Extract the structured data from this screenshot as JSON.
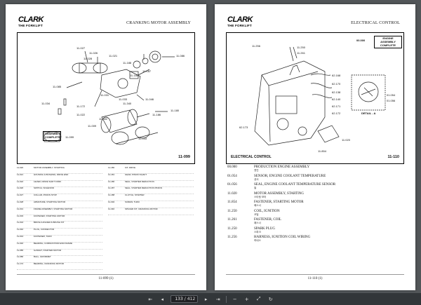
{
  "left_page": {
    "logo_brand": "CLARK",
    "logo_sub": "THE FORKLIFT",
    "title": "CRANKING MOTOR ASSEMBLY",
    "figure_number": "11-099",
    "assembly_label": "ASSEMBLY COMPLETE",
    "assembly_callout": "11-099",
    "callouts": [
      "11-027",
      "11-026",
      "11-028",
      "11-085",
      "11-021",
      "11-188",
      "11-187",
      "11-181",
      "11-033",
      "11-172",
      "11-031",
      "11-034",
      "11-022",
      "11-302",
      "11-340",
      "11-046",
      "11-186",
      "11-180",
      "11-043",
      "11-086",
      "11-009"
    ],
    "parts_col1": [
      {
        "no": "11-020",
        "desc": "MOTOR ASSEMBLY, STARTING"
      },
      {
        "no": "11-021",
        "desc": "HOUSING & BUSHING, DRIVE END"
      },
      {
        "no": "11-022",
        "desc": "LEVER, DRIVE SHIFT FORK"
      },
      {
        "no": "11-026",
        "desc": "SWITCH, SOLENOID"
      },
      {
        "no": "11-027",
        "desc": "COLLAR, PINION STOP"
      },
      {
        "no": "11-028",
        "desc": "ARMATURE, STARTING MOTOR"
      },
      {
        "no": "11-031",
        "desc": "FRAME ASSEMBLY, STARTING MOTOR"
      },
      {
        "no": "11-033",
        "desc": "FASTENER, STARTING MOTOR"
      },
      {
        "no": "11-034",
        "desc": "BRUSH HOLDER & BRUSH KIT"
      },
      {
        "no": "11-040",
        "desc": "PLUG, CONNECTOR"
      },
      {
        "no": "11-043",
        "desc": "FASTENER, THRU"
      },
      {
        "no": "11-046",
        "desc": "BEARING, COMMUTATOR END FRAME"
      },
      {
        "no": "11-085",
        "desc": "GASKET, STARTER MOTOR"
      },
      {
        "no": "11-086",
        "desc": "BALL, GROMMET"
      },
      {
        "no": "11-172",
        "desc": "BEARING, CRANKING MOTOR"
      }
    ],
    "parts_col2": [
      {
        "no": "11-180",
        "desc": "KIT, DRIVE"
      },
      {
        "no": "11-181",
        "desc": "GEAR, PINION SHAFT"
      },
      {
        "no": "11-186",
        "desc": "SEAL, STARTER REDUCTION"
      },
      {
        "no": "11-187",
        "desc": "SEAL, STARTER REDUCTION PINION"
      },
      {
        "no": "11-188",
        "desc": "CLUTCH, STARTER"
      },
      {
        "no": "11-302",
        "desc": "SCREW, THRU"
      },
      {
        "no": "11-340",
        "desc": "SPACER KIT, CRANKING MOTOR"
      }
    ],
    "footer": "11-099 (1)"
  },
  "right_page": {
    "logo_brand": "CLARK",
    "logo_sub": "THE FORKLIFT",
    "title": "ELECTRICAL CONTROL",
    "figure_number": "11-110",
    "figure_label": "ELECTRICAL CONTROL",
    "assembly_no": "00.000",
    "assembly_label": "ENGINE ASSEMBLY COMPLETE",
    "detail_label": "DETAIL - A",
    "callouts": [
      "11.256",
      "11.250",
      "11.261",
      "11.020",
      "62.168",
      "62.170",
      "62.138",
      "62.140",
      "62.171",
      "62.172",
      "62.173",
      "01.054",
      "01.056",
      "11.854"
    ],
    "parts": [
      {
        "no": "00.000",
        "en": "PRODUCTION ENGINE ASSEMBLY",
        "kr": "엔진"
      },
      {
        "no": "01.054",
        "en": "SENSOR, ENGINE COOLANT TEMPERATURE",
        "kr": "센서"
      },
      {
        "no": "01.056",
        "en": "SEAL, ENGINE COOLANT TEMPERATURE SENSOR",
        "kr": "씰"
      },
      {
        "no": "11.020",
        "en": "MOTOR ASSEMBLY, STARTING",
        "kr": "스타팅 모터"
      },
      {
        "no": "11.854",
        "en": "FASTENER, STARTING MOTOR",
        "kr": "패스너"
      },
      {
        "no": "11.250",
        "en": "COIL, IGNITION",
        "kr": "코일"
      },
      {
        "no": "11.261",
        "en": "FASTENER, COIL",
        "kr": "패스너"
      },
      {
        "no": "11.250",
        "en": "SPARK PLUG",
        "kr": "스파크"
      },
      {
        "no": "11.256",
        "en": "HARNESS, IGNITION COIL WIRING",
        "kr": "하네스"
      }
    ],
    "footer": "11-110 (1)"
  },
  "toolbar": {
    "current_page": "133",
    "total_pages": "/ 412",
    "icon_first": "⇤",
    "icon_prev": "◂",
    "icon_next": "▸",
    "icon_last": "⇥",
    "icon_zoom_out": "−",
    "icon_zoom_in": "+",
    "icon_fit": "⤢",
    "icon_rotate": "↻"
  }
}
